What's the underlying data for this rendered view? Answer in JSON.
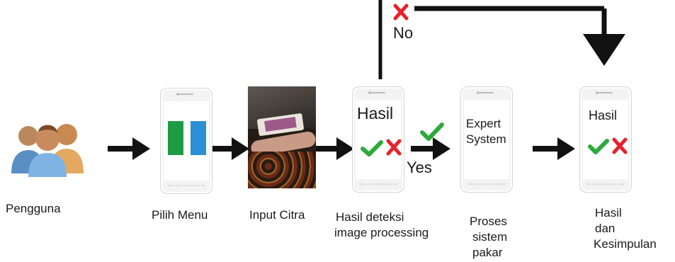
{
  "user": {
    "label": "Pengguna"
  },
  "steps": [
    {
      "id": "menu",
      "caption": "Pilih Menu"
    },
    {
      "id": "input",
      "caption": "Input Citra"
    },
    {
      "id": "detect",
      "caption_line1": "Hasil deteksi",
      "caption_line2": "image processing",
      "screen_title": "Hasil"
    },
    {
      "id": "expert",
      "caption_line1": "Proses",
      "caption_line2": "sistem",
      "caption_line3": "pakar",
      "screen_line1": "Expert",
      "screen_line2": "System"
    },
    {
      "id": "result",
      "caption_line1": "Hasil",
      "caption_line2": "dan",
      "caption_line3": "Kesimpulan",
      "screen_title": "Hasil"
    }
  ],
  "branches": {
    "no_label": "No",
    "yes_label": "Yes"
  },
  "colors": {
    "check": "#2eaa3c",
    "cross": "#e8202a",
    "menu_green": "#1e9b45",
    "menu_blue": "#2b8fd6",
    "arrow": "#111111"
  },
  "icons": [
    "users-icon",
    "check-icon",
    "cross-icon",
    "arrow-right-icon",
    "arrow-down-icon"
  ]
}
